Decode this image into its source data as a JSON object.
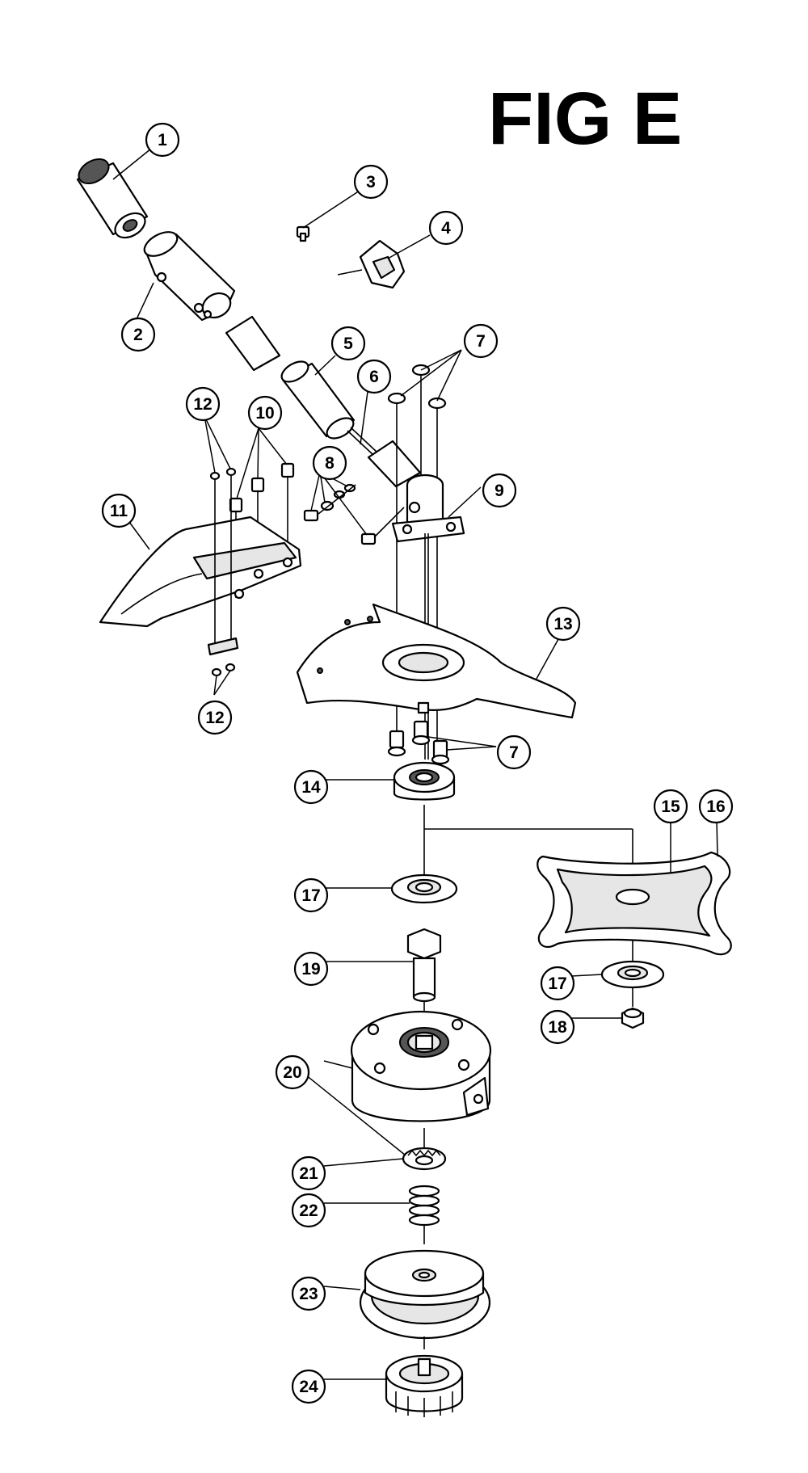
{
  "figure": {
    "title": "FIG E"
  },
  "callouts": [
    {
      "id": "c1",
      "label": "1"
    },
    {
      "id": "c2",
      "label": "2"
    },
    {
      "id": "c3",
      "label": "3"
    },
    {
      "id": "c4",
      "label": "4"
    },
    {
      "id": "c5",
      "label": "5"
    },
    {
      "id": "c6",
      "label": "6"
    },
    {
      "id": "c7a",
      "label": "7"
    },
    {
      "id": "c7b",
      "label": "7"
    },
    {
      "id": "c8",
      "label": "8"
    },
    {
      "id": "c9",
      "label": "9"
    },
    {
      "id": "c10",
      "label": "10"
    },
    {
      "id": "c11",
      "label": "11"
    },
    {
      "id": "c12a",
      "label": "12"
    },
    {
      "id": "c12b",
      "label": "12"
    },
    {
      "id": "c13",
      "label": "13"
    },
    {
      "id": "c14",
      "label": "14"
    },
    {
      "id": "c15",
      "label": "15"
    },
    {
      "id": "c16",
      "label": "16"
    },
    {
      "id": "c17a",
      "label": "17"
    },
    {
      "id": "c17b",
      "label": "17"
    },
    {
      "id": "c18",
      "label": "18"
    },
    {
      "id": "c19",
      "label": "19"
    },
    {
      "id": "c20",
      "label": "20"
    },
    {
      "id": "c21",
      "label": "21"
    },
    {
      "id": "c22",
      "label": "22"
    },
    {
      "id": "c23",
      "label": "23"
    },
    {
      "id": "c24",
      "label": "24"
    }
  ]
}
